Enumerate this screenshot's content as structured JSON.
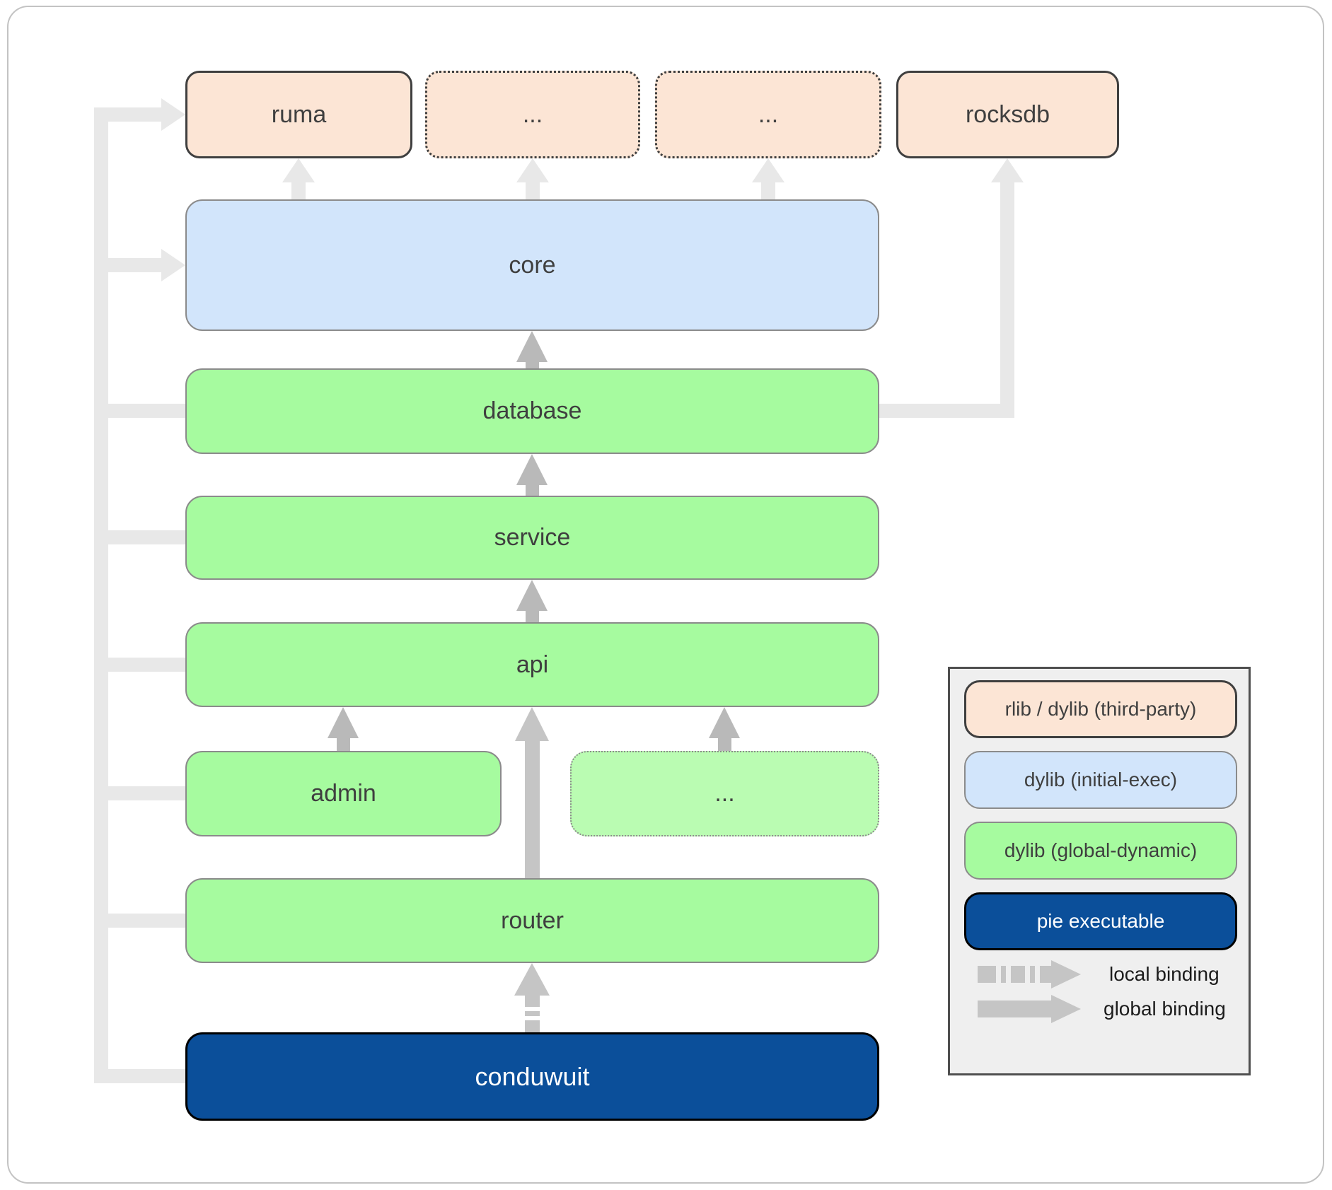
{
  "colors": {
    "peach": "#fce5d5",
    "light_blue": "#d2e5fb",
    "green": "#a6fb9f",
    "light_green": "#bafcb2",
    "navy": "#0b4f9a",
    "label_text": "#3f3f3f",
    "border_dark": "#3f3f3f",
    "border_gray": "#8b8b8b",
    "border_black": "#000000",
    "edge_light": "#e8e8e8",
    "arrow_gray": "#b9b9b9",
    "arrow_light": "#c5c5c5",
    "legend_bg": "#efefef",
    "legend_border": "#4f4f4f",
    "frame_border": "#c3c3c3",
    "binding_text": "#1c1c1c",
    "conduwuit_text": "#ffffff"
  },
  "nodes": {
    "ruma": {
      "label": "ruma"
    },
    "third_party_more_1": {
      "label": "..."
    },
    "third_party_more_2": {
      "label": "..."
    },
    "rocksdb": {
      "label": "rocksdb"
    },
    "core": {
      "label": "core"
    },
    "database": {
      "label": "database"
    },
    "service": {
      "label": "service"
    },
    "api": {
      "label": "api"
    },
    "admin": {
      "label": "admin"
    },
    "dylib_more": {
      "label": "..."
    },
    "router": {
      "label": "router"
    },
    "conduwuit": {
      "label": "conduwuit"
    }
  },
  "legend": {
    "items": [
      {
        "label": "rlib / dylib (third-party)"
      },
      {
        "label": "dylib (initial-exec)"
      },
      {
        "label": "dylib (global-dynamic)"
      },
      {
        "label": "pie executable"
      }
    ],
    "local_binding": {
      "label": "local binding"
    },
    "global_binding": {
      "label": "global binding"
    }
  }
}
